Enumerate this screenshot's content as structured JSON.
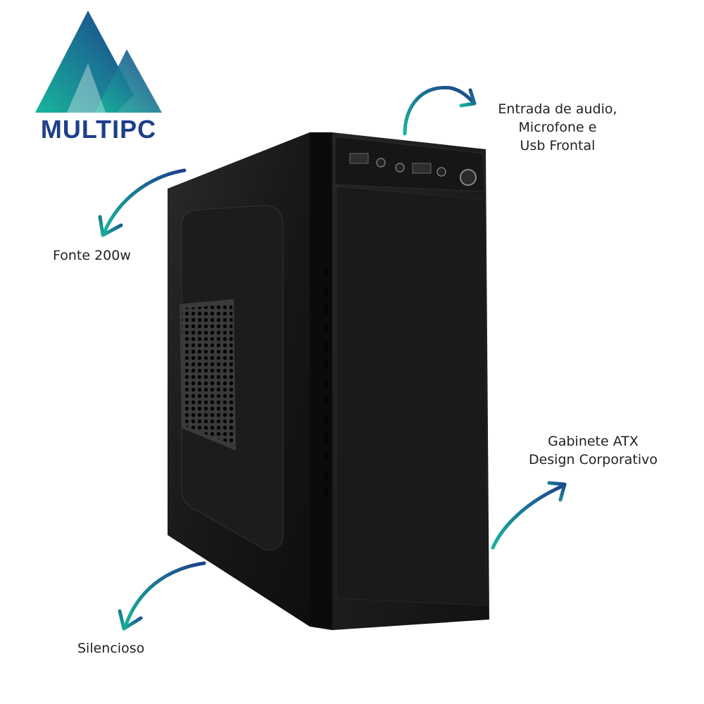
{
  "brand": {
    "name": "MULTIPC",
    "accent_teal": "#1aa39a",
    "accent_blue": "#1e3f8a"
  },
  "features": {
    "audio_usb": [
      "Entrada de audio,",
      "Microfone e",
      "Usb Frontal"
    ],
    "psu": "Fonte 200w",
    "case": [
      "Gabinete ATX",
      "Design Corporativo"
    ],
    "silent": "Silencioso"
  },
  "product": {
    "icon": "pc-case-tower",
    "color": "#111111"
  }
}
